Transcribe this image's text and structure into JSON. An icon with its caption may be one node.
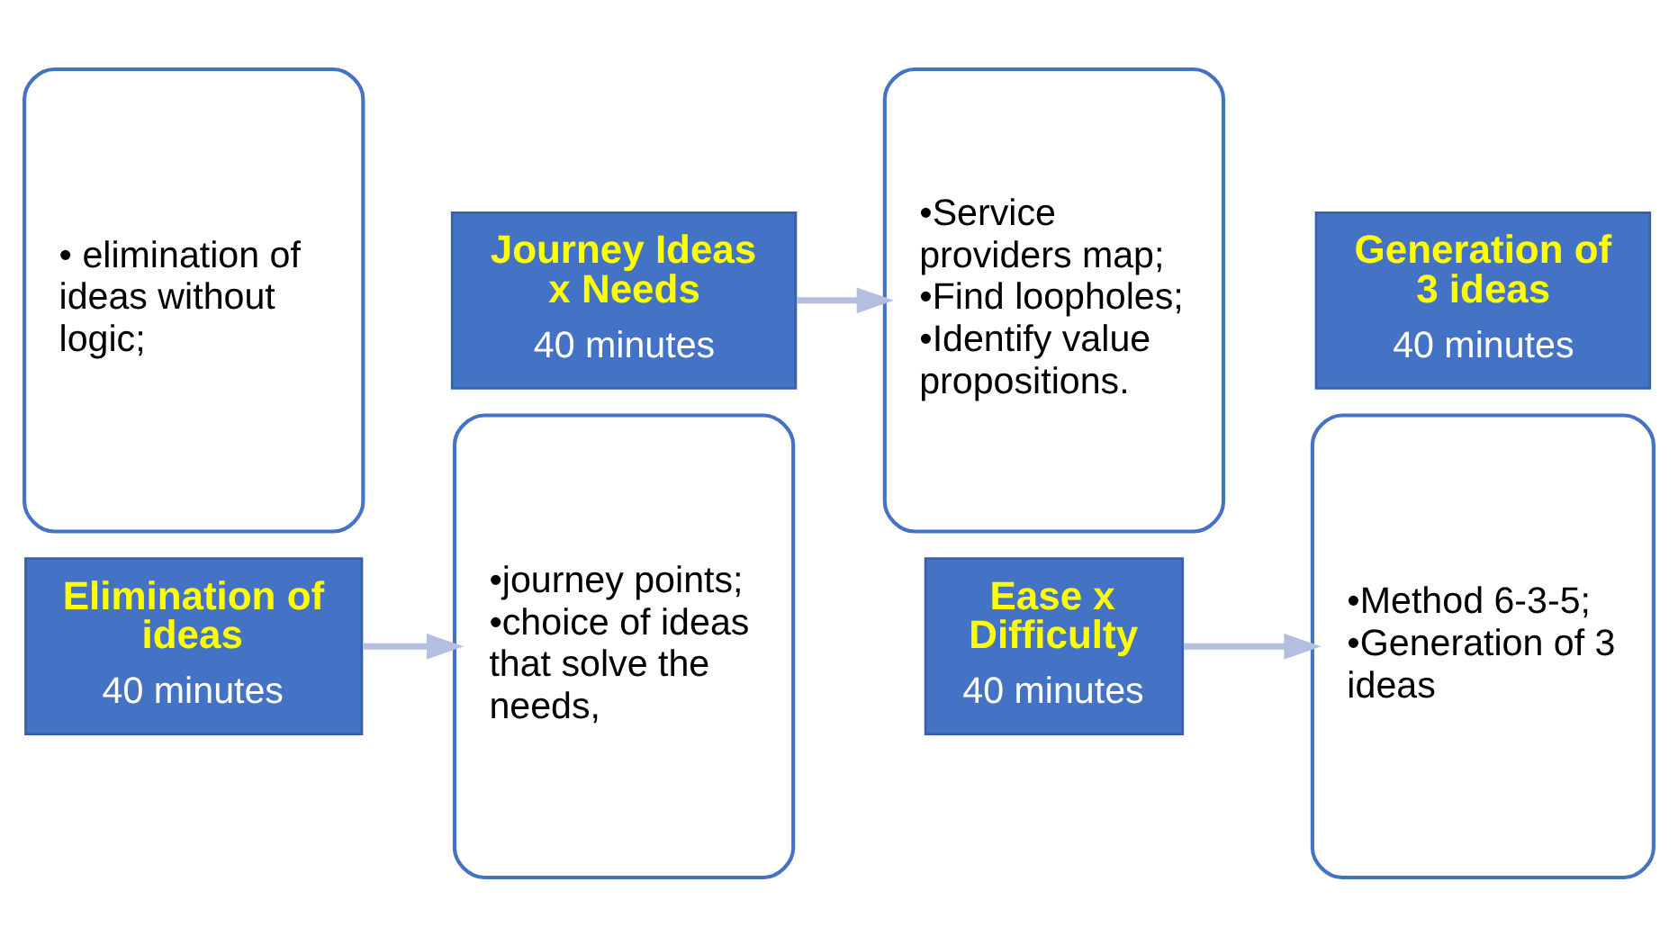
{
  "diagram": {
    "nodes": [
      {
        "text": [
          "• elimination of ideas without logic;"
        ]
      },
      {
        "text": [
          "Elimination of ideas",
          "40 minutes"
        ]
      },
      {
        "text": [
          "Journey Ideas x Needs",
          "40 minutes"
        ]
      },
      {
        "text": [
          "•journey points;",
          "•choice of ideas that solve the needs,"
        ]
      },
      {
        "text": [
          "•Service providers map;",
          "•Find loopholes;",
          "•Identify value propositions."
        ]
      },
      {
        "text": [
          "Ease x Difficulty",
          "40 minutes"
        ]
      },
      {
        "text": [
          "Generation of 3 ideas",
          "40 minutes"
        ]
      },
      {
        "text": [
          "•Method 6-3-5;",
          "•Generation of 3 ideas"
        ]
      }
    ],
    "edges": [
      {
        "from": 1,
        "to": 3,
        "arrow": "to"
      },
      {
        "from": 2,
        "to": 4,
        "arrow": "to"
      },
      {
        "from": 5,
        "to": 7,
        "arrow": "to"
      }
    ]
  }
}
